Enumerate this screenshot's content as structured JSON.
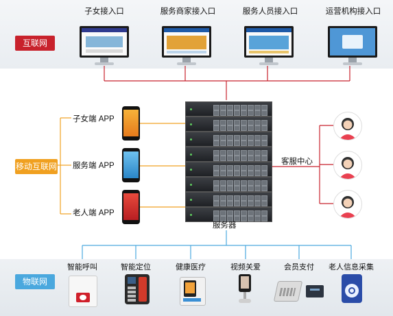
{
  "layers": {
    "internet": "互联网",
    "mobile": "移动互联网",
    "iot": "物联网"
  },
  "entries": [
    {
      "label": "子女接入口"
    },
    {
      "label": "服务商家接入口"
    },
    {
      "label": "服务人员接入口"
    },
    {
      "label": "运营机构接入口"
    }
  ],
  "apps": [
    {
      "label": "子女端 APP"
    },
    {
      "label": "服务端 APP"
    },
    {
      "label": "老人端 APP"
    }
  ],
  "server_label": "服务器",
  "service_center_label": "客服中心",
  "devices": [
    {
      "label": "智能呼叫"
    },
    {
      "label": "智能定位"
    },
    {
      "label": "健康医疗"
    },
    {
      "label": "视频关爱"
    },
    {
      "label": "会员支付"
    },
    {
      "label": "老人信息采集"
    }
  ],
  "colors": {
    "internet_tag": "#c8222c",
    "mobile_tag": "#f0a020",
    "iot_tag": "#4aa8de",
    "connector_red": "#c8222c",
    "connector_orange": "#f0a020",
    "connector_blue": "#4aa8de"
  }
}
